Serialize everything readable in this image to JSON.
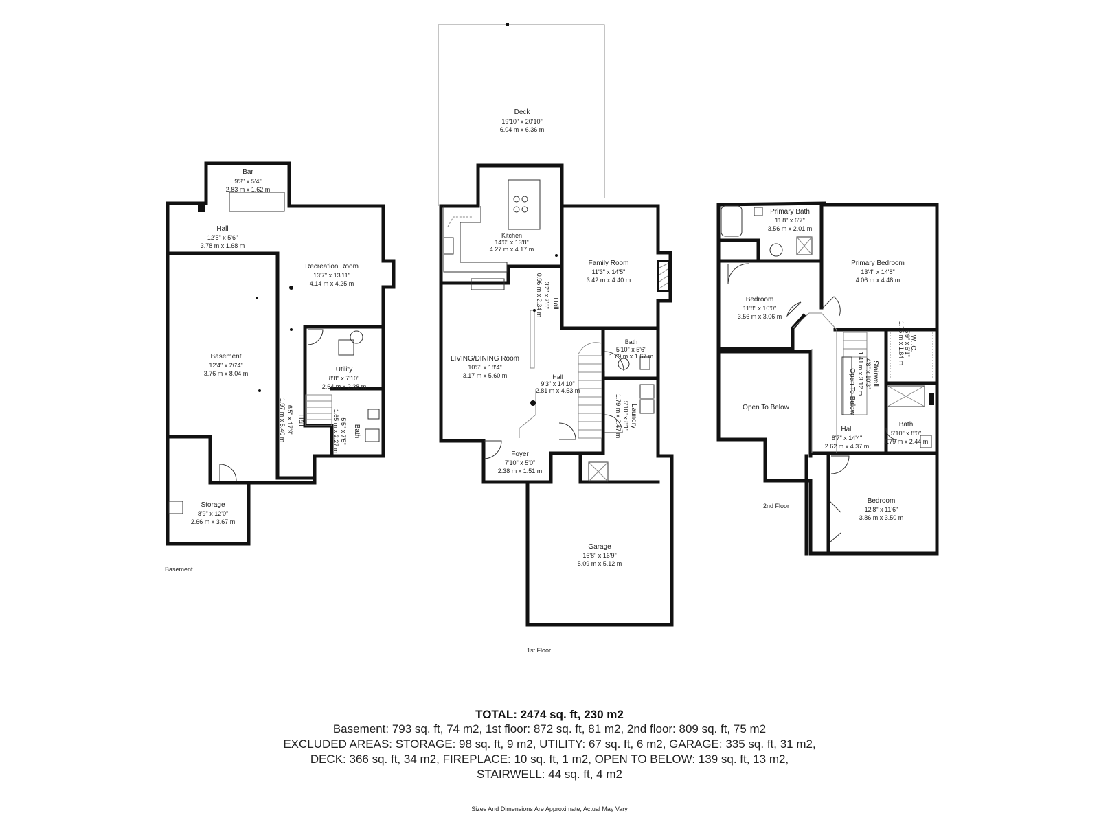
{
  "floors": {
    "basement": "Basement",
    "first": "1st Floor",
    "second": "2nd Floor"
  },
  "rooms": {
    "bar": {
      "name": "Bar",
      "dim_imperial": "9'3\" x 5'4\"",
      "dim_metric": "2.83 m x 1.62 m"
    },
    "bsmt_hall": {
      "name": "Hall",
      "dim_imperial": "12'5\" x 5'6\"",
      "dim_metric": "3.78 m x 1.68 m"
    },
    "recreation": {
      "name": "Recreation Room",
      "dim_imperial": "13'7\" x 13'11\"",
      "dim_metric": "4.14 m x 4.25 m"
    },
    "basement": {
      "name": "Basement",
      "dim_imperial": "12'4\" x 26'4\"",
      "dim_metric": "3.76 m x 8.04 m"
    },
    "utility": {
      "name": "Utility",
      "dim_imperial": "8'8\" x 7'10\"",
      "dim_metric": "2.64 m x 2.38 m"
    },
    "bsmt_hall2": {
      "name": "Hall",
      "dim_imperial": "6'5\" x 17'9\"",
      "dim_metric": "1.97 m x 5.40 m"
    },
    "bsmt_bath": {
      "name": "Bath",
      "dim_imperial": "5'5\" x 7'5\"",
      "dim_metric": "1.65 m x 2.27 m"
    },
    "storage": {
      "name": "Storage",
      "dim_imperial": "8'9\" x 12'0\"",
      "dim_metric": "2.66 m x 3.67 m"
    },
    "deck": {
      "name": "Deck",
      "dim_imperial": "19'10\" x 20'10\"",
      "dim_metric": "6.04 m x 6.36 m"
    },
    "kitchen": {
      "name": "Kitchen",
      "dim_imperial": "14'0\" x 13'8\"",
      "dim_metric": "4.27 m x 4.17 m"
    },
    "family": {
      "name": "Family Room",
      "dim_imperial": "11'3\" x 14'5\"",
      "dim_metric": "3.42 m x 4.40 m"
    },
    "first_hall_small": {
      "name": "Hall",
      "dim_imperial": "3'2\" x 7'8\"",
      "dim_metric": "0.96 m x 2.34 m"
    },
    "living": {
      "name": "LIVING/DINING Room",
      "dim_imperial": "10'5\" x 18'4\"",
      "dim_metric": "3.17 m x 5.60 m"
    },
    "first_bath": {
      "name": "Bath",
      "dim_imperial": "5'10\" x 5'6\"",
      "dim_metric": "1.79 m x 1.67 m"
    },
    "first_hall": {
      "name": "Hall",
      "dim_imperial": "9'3\" x 14'10\"",
      "dim_metric": "2.81 m x 4.53 m"
    },
    "laundry": {
      "name": "Laundry",
      "dim_imperial": "5'10\" x 8'1\"",
      "dim_metric": "1.79 m x 2.47 m"
    },
    "foyer": {
      "name": "Foyer",
      "dim_imperial": "7'10\" x 5'0\"",
      "dim_metric": "2.38 m x 1.51 m"
    },
    "garage": {
      "name": "Garage",
      "dim_imperial": "16'8\" x 16'9\"",
      "dim_metric": "5.09 m x 5.12 m"
    },
    "primary_bath": {
      "name": "Primary Bath",
      "dim_imperial": "11'8\" x 6'7\"",
      "dim_metric": "3.56 m x 2.01 m"
    },
    "primary_bed": {
      "name": "Primary Bedroom",
      "dim_imperial": "13'4\" x 14'8\"",
      "dim_metric": "4.06 m x 4.48 m"
    },
    "bedroom2": {
      "name": "Bedroom",
      "dim_imperial": "11'8\" x 10'0\"",
      "dim_metric": "3.56 m x 3.06 m"
    },
    "stairwell": {
      "name": "Stairwell",
      "dim_imperial": "4'8\" x 10'3\"",
      "dim_metric": "1.41 m x 3.12 m",
      "note": "Open To Below"
    },
    "wic": {
      "name": "W.I.C.",
      "dim_imperial": "5'9\" x 6'1\"",
      "dim_metric": "1.75 m x 1.84 m"
    },
    "open_below": {
      "name": "Open To Below"
    },
    "second_hall": {
      "name": "Hall",
      "dim_imperial": "8'7\" x 14'4\"",
      "dim_metric": "2.62 m x 4.37 m"
    },
    "second_bath": {
      "name": "Bath",
      "dim_imperial": "5'10\" x 8'0\"",
      "dim_metric": "1.79 m x 2.44 m"
    },
    "bedroom3": {
      "name": "Bedroom",
      "dim_imperial": "12'8\" x 11'6\"",
      "dim_metric": "3.86 m x 3.50 m"
    }
  },
  "summary": {
    "total": "TOTAL: 2474 sq. ft, 230 m2",
    "lines": [
      "Basement: 793 sq. ft, 74 m2, 1st floor: 872 sq. ft, 81 m2, 2nd floor: 809 sq. ft, 75 m2",
      "EXCLUDED AREAS: STORAGE: 98 sq. ft, 9 m2, UTILITY: 67 sq. ft, 6 m2, GARAGE: 335 sq. ft, 31 m2,",
      "DECK: 366 sq. ft, 34 m2, FIREPLACE: 10 sq. ft, 1 m2, OPEN TO BELOW: 139 sq. ft, 13 m2,",
      "STAIRWELL: 44 sq. ft, 4 m2"
    ]
  },
  "disclaimer": "Sizes And Dimensions Are Approximate, Actual May Vary"
}
